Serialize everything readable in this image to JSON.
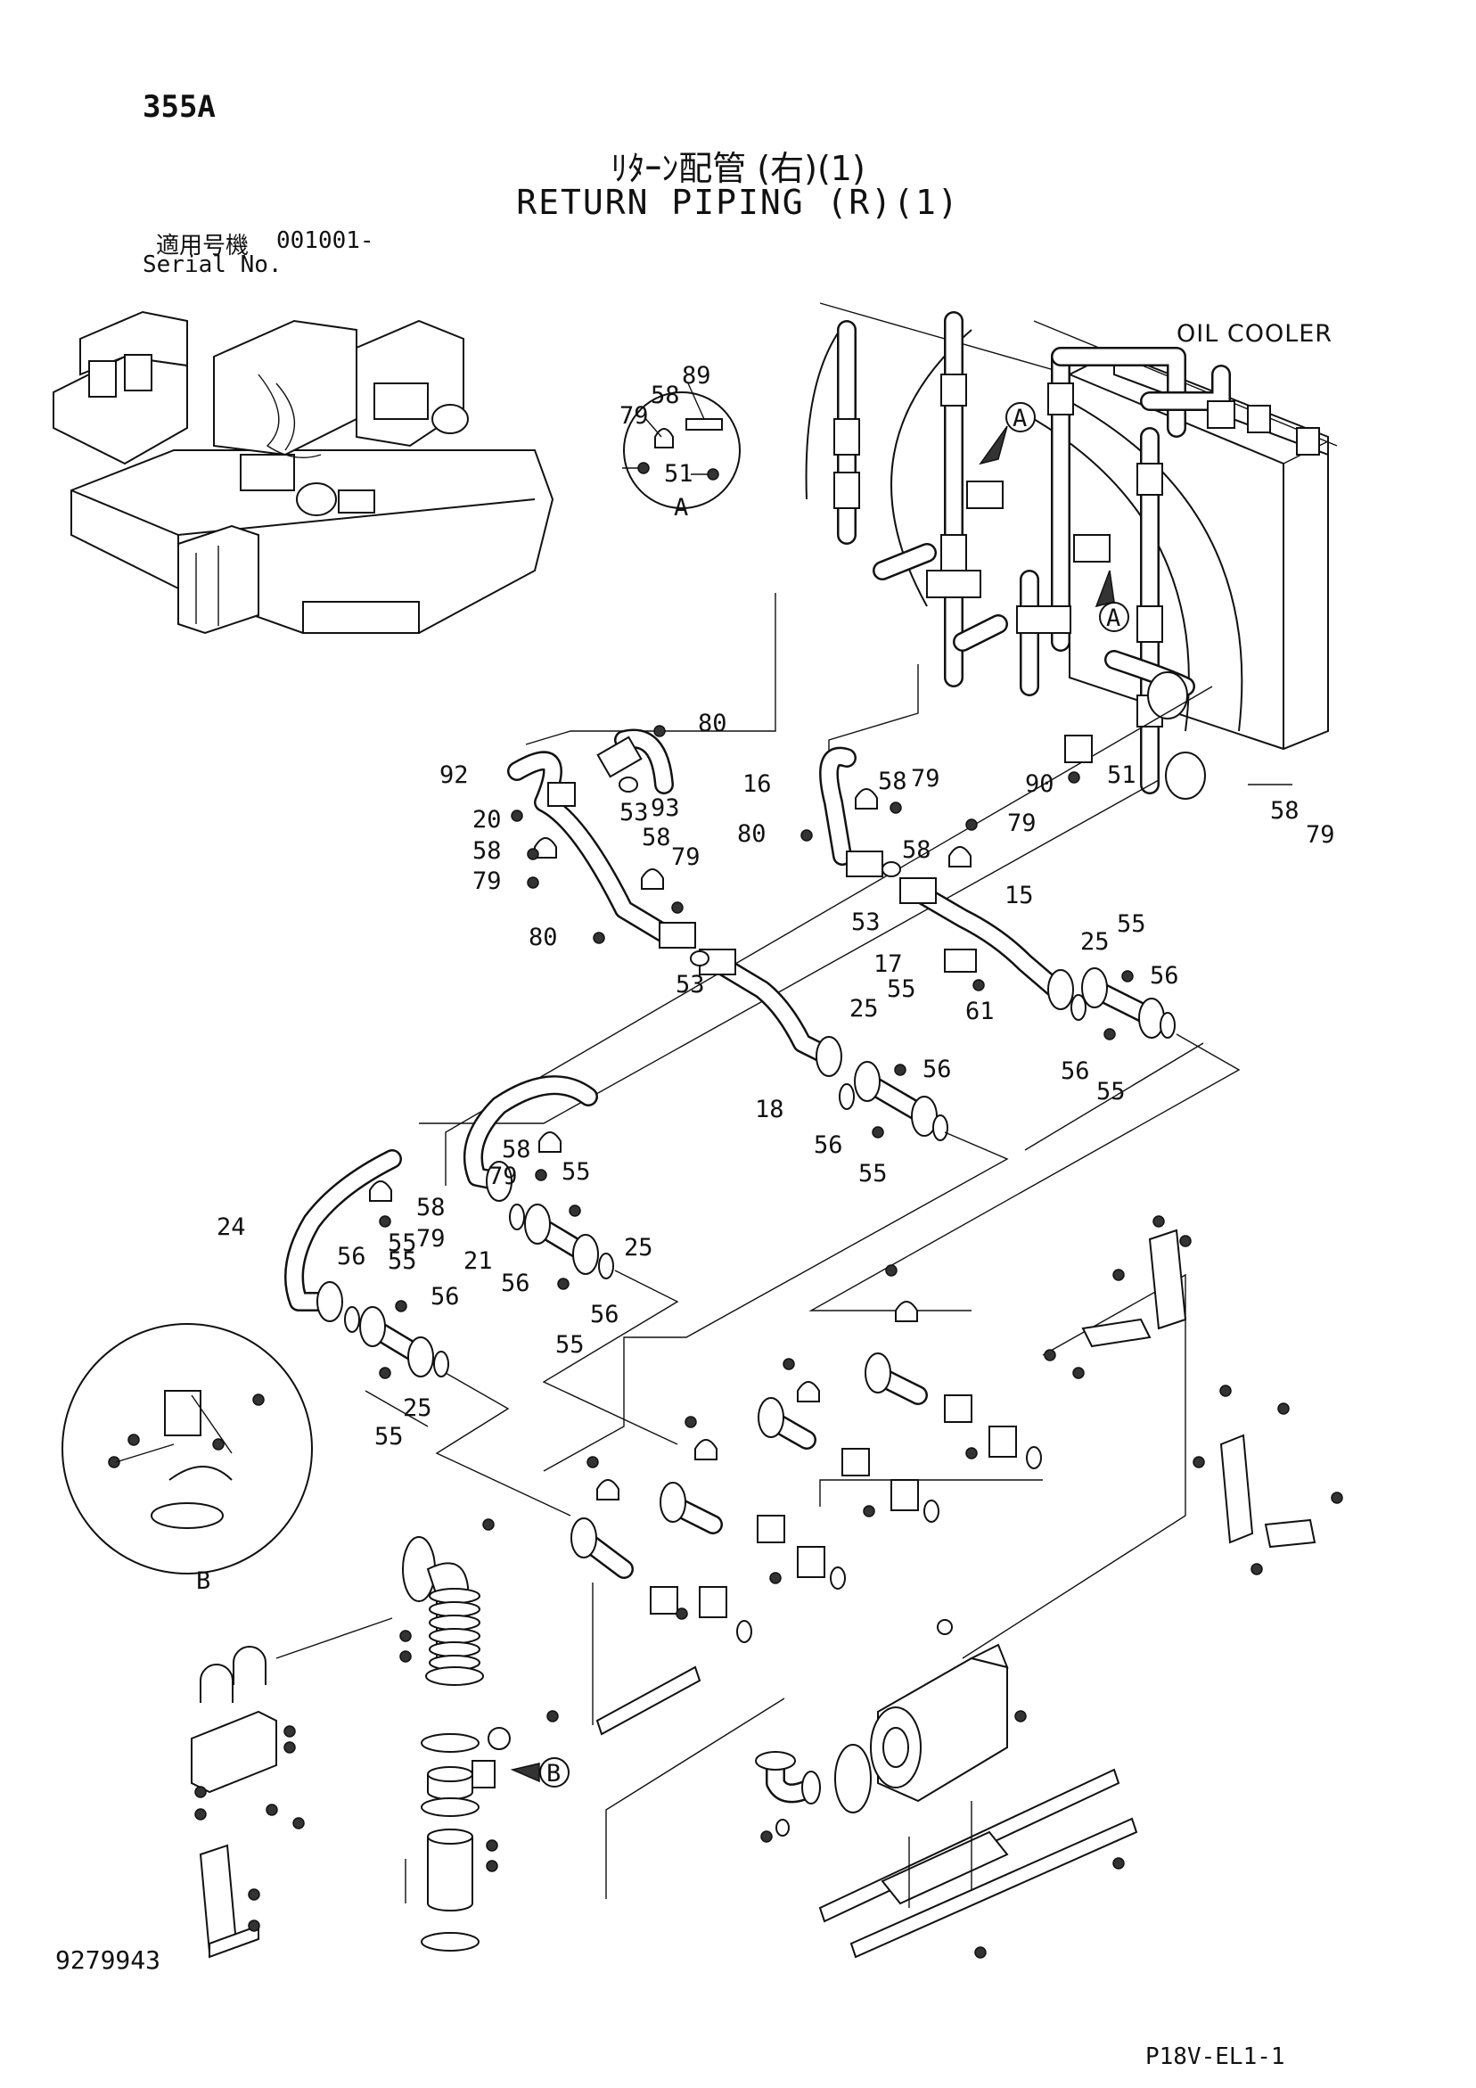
{
  "header": {
    "page_number": "355A",
    "title_jp": "ﾘﾀｰﾝ配管 (右)(1)",
    "title_en": "RETURN PIPING (R)(1)",
    "serial_label_jp": "適用号機",
    "serial_label_en": "Serial No.",
    "serial_value": "001001-"
  },
  "footer": {
    "doc_id": "9279943",
    "drawing_id": "P18V-EL1-1"
  },
  "annotations": {
    "oil_cooler": "OIL COOLER",
    "detail_a": "A",
    "detail_b": "B"
  },
  "part_labels": [
    {
      "id": "A",
      "num": "89"
    },
    {
      "id": "A",
      "num": "58"
    },
    {
      "id": "A",
      "num": "79"
    },
    {
      "id": "A",
      "num": "51"
    },
    {
      "id": "top",
      "num": "80"
    },
    {
      "id": "top",
      "num": "92"
    },
    {
      "id": "top",
      "num": "53"
    },
    {
      "id": "top",
      "num": "93"
    },
    {
      "id": "top",
      "num": "20"
    },
    {
      "id": "top",
      "num": "58"
    },
    {
      "id": "top",
      "num": "79"
    },
    {
      "id": "top",
      "num": "58"
    },
    {
      "id": "top",
      "num": "79"
    },
    {
      "id": "top",
      "num": "80"
    },
    {
      "id": "top",
      "num": "16"
    },
    {
      "id": "top",
      "num": "58"
    },
    {
      "id": "top",
      "num": "79"
    },
    {
      "id": "top",
      "num": "90"
    },
    {
      "id": "top",
      "num": "51"
    },
    {
      "id": "top",
      "num": "58"
    },
    {
      "id": "top",
      "num": "79"
    },
    {
      "id": "top",
      "num": "80"
    },
    {
      "id": "top",
      "num": "58"
    },
    {
      "id": "top",
      "num": "79"
    },
    {
      "id": "top",
      "num": "53"
    },
    {
      "id": "top",
      "num": "15"
    },
    {
      "id": "top",
      "num": "17"
    },
    {
      "id": "top",
      "num": "61"
    },
    {
      "id": "top",
      "num": "25"
    },
    {
      "id": "top",
      "num": "55"
    },
    {
      "id": "top",
      "num": "56"
    },
    {
      "id": "top",
      "num": "56"
    },
    {
      "id": "top",
      "num": "55"
    },
    {
      "id": "top",
      "num": "53"
    },
    {
      "id": "top",
      "num": "18"
    },
    {
      "id": "top",
      "num": "25"
    },
    {
      "id": "top",
      "num": "55"
    },
    {
      "id": "top",
      "num": "56"
    },
    {
      "id": "top",
      "num": "56"
    },
    {
      "id": "top",
      "num": "55"
    },
    {
      "id": "mid",
      "num": "58"
    },
    {
      "id": "mid",
      "num": "79"
    },
    {
      "id": "mid",
      "num": "55"
    },
    {
      "id": "mid",
      "num": "24"
    },
    {
      "id": "mid",
      "num": "58"
    },
    {
      "id": "mid",
      "num": "79"
    },
    {
      "id": "mid",
      "num": "21"
    },
    {
      "id": "mid",
      "num": "25"
    },
    {
      "id": "mid",
      "num": "56"
    },
    {
      "id": "mid",
      "num": "55"
    },
    {
      "id": "mid",
      "num": "56"
    },
    {
      "id": "mid",
      "num": "55"
    },
    {
      "id": "mid",
      "num": "56"
    },
    {
      "id": "mid",
      "num": "55"
    },
    {
      "id": "mid",
      "num": "56"
    },
    {
      "id": "mid",
      "num": "55"
    },
    {
      "id": "mid",
      "num": "25"
    }
  ]
}
